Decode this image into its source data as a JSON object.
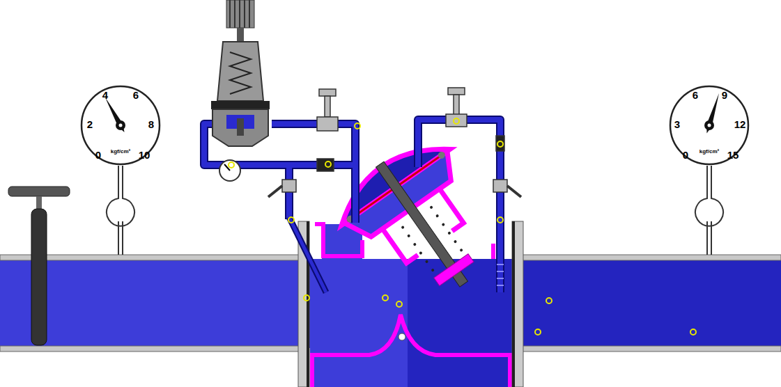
{
  "diagram": {
    "nodes": [
      {
        "text": [
          "0",
          "2",
          "4",
          "6",
          "8",
          "10",
          "kgf/cm²"
        ]
      },
      {
        "text": [
          "0",
          "3",
          "6",
          "9",
          "12",
          "15",
          "kgf/cm²"
        ]
      }
    ]
  }
}
